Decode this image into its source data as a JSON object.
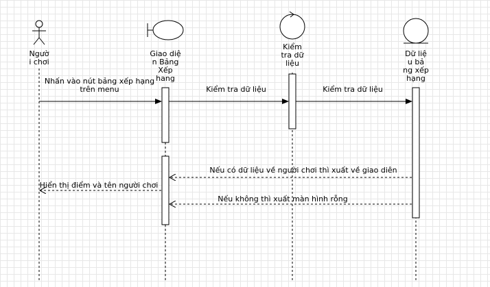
{
  "participants": [
    {
      "id": "player",
      "kind": "actor",
      "icon": "actor-icon",
      "name_lines": [
        "Ngườ",
        "i chơi"
      ]
    },
    {
      "id": "ui",
      "kind": "boundary",
      "icon": "boundary-icon",
      "name_lines": [
        "Giao diệ",
        "n Bảng",
        "Xếp",
        "hang"
      ]
    },
    {
      "id": "check",
      "kind": "control",
      "icon": "control-icon",
      "name_lines": [
        "Kiểm",
        "tra dữ",
        "liệu"
      ]
    },
    {
      "id": "data",
      "kind": "entity",
      "icon": "entity-icon",
      "name_lines": [
        "Dữ liệ",
        "u bả",
        "ng xếp",
        "hạng"
      ]
    }
  ],
  "messages": [
    {
      "from": "player",
      "to": "ui",
      "type": "sync",
      "label_lines": [
        "Nhấn vào nút bảng xếp hạng",
        "trên menu"
      ]
    },
    {
      "from": "ui",
      "to": "check",
      "type": "sync",
      "label_lines": [
        "Kiểm tra dữ liệu"
      ]
    },
    {
      "from": "check",
      "to": "data",
      "type": "sync",
      "label_lines": [
        "Kiểm tra dữ liệu"
      ]
    },
    {
      "from": "data",
      "to": "ui",
      "type": "return",
      "label_lines": [
        "Nếu có dữ liệu về người chơi thì xuất về giao diên"
      ]
    },
    {
      "from": "ui",
      "to": "player",
      "type": "return",
      "label_lines": [
        "Hiển thị điểm và tên người chơi"
      ]
    },
    {
      "from": "data",
      "to": "ui",
      "type": "return",
      "label_lines": [
        "Nếu không thì xuất màn hình rỗng"
      ]
    }
  ],
  "colors": {
    "line": "#000000",
    "activation_fill": "#ffffff",
    "grid": "#e7e7e7"
  }
}
